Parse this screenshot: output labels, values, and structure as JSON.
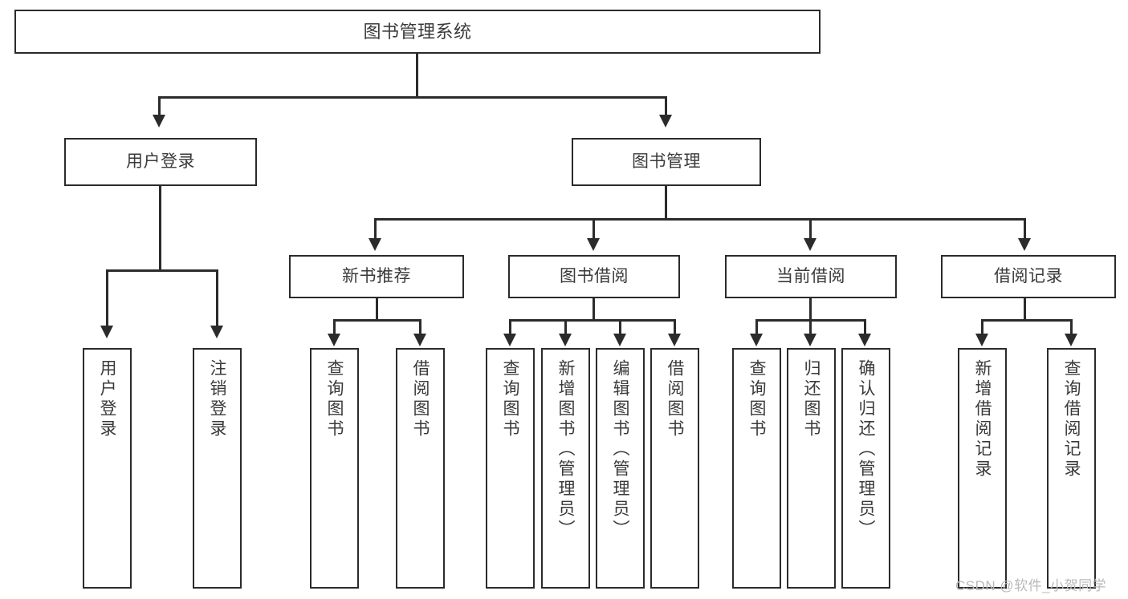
{
  "diagram": {
    "title": "图书管理系统",
    "type": "tree-hierarchy-chart",
    "root": {
      "label": "图书管理系统"
    },
    "level2": [
      {
        "label": "用户登录"
      },
      {
        "label": "图书管理"
      }
    ],
    "level3": [
      {
        "label": "新书推荐"
      },
      {
        "label": "图书借阅"
      },
      {
        "label": "当前借阅"
      },
      {
        "label": "借阅记录"
      }
    ],
    "leaves": {
      "user_login": [
        {
          "label": "用户登录"
        },
        {
          "label": "注销登录"
        }
      ],
      "new_book_recommend": [
        {
          "label": "查询图书"
        },
        {
          "label": "借阅图书"
        }
      ],
      "book_borrow": [
        {
          "label": "查询图书"
        },
        {
          "label": "新增图书（管理员）"
        },
        {
          "label": "编辑图书（管理员）"
        },
        {
          "label": "借阅图书"
        }
      ],
      "current_borrow": [
        {
          "label": "查询图书"
        },
        {
          "label": "归还图书"
        },
        {
          "label": "确认归还（管理员）"
        }
      ],
      "borrow_record": [
        {
          "label": "新增借阅记录"
        },
        {
          "label": "查询借阅记录"
        }
      ]
    }
  },
  "watermark": {
    "text": "CSDN @软件_小贺同学"
  },
  "colors": {
    "border": "#2b2b2b",
    "text": "#3a3a3a",
    "background": "#ffffff",
    "watermark": "#b9b9b9"
  }
}
